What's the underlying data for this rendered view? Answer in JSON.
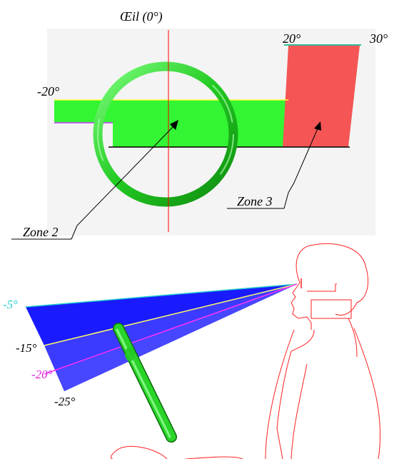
{
  "top_view": {
    "eye_label": "Œil (0°)",
    "angle_left": "-20°",
    "angle_20": "20°",
    "angle_30": "30°",
    "zone2_label": "Zone 2",
    "zone3_label": "Zone 3"
  },
  "side_view": {
    "angle_minus5": "-5°",
    "angle_minus15": "-15°",
    "angle_minus20": "-20°",
    "angle_minus25": "-25°"
  },
  "colors": {
    "zone2_fill": "#33f533",
    "zone3_fill": "#f55555",
    "wheel": "#22c922",
    "cone_fill": "#1a1aff",
    "cone_light": "#4d4dff",
    "line_minus5": "#22cccc",
    "line_minus15": "#ffff66",
    "line_minus20": "#ff33ff",
    "body_outline": "#ff2222",
    "axis": "#ff0000",
    "panel": "#f4f4f4"
  }
}
